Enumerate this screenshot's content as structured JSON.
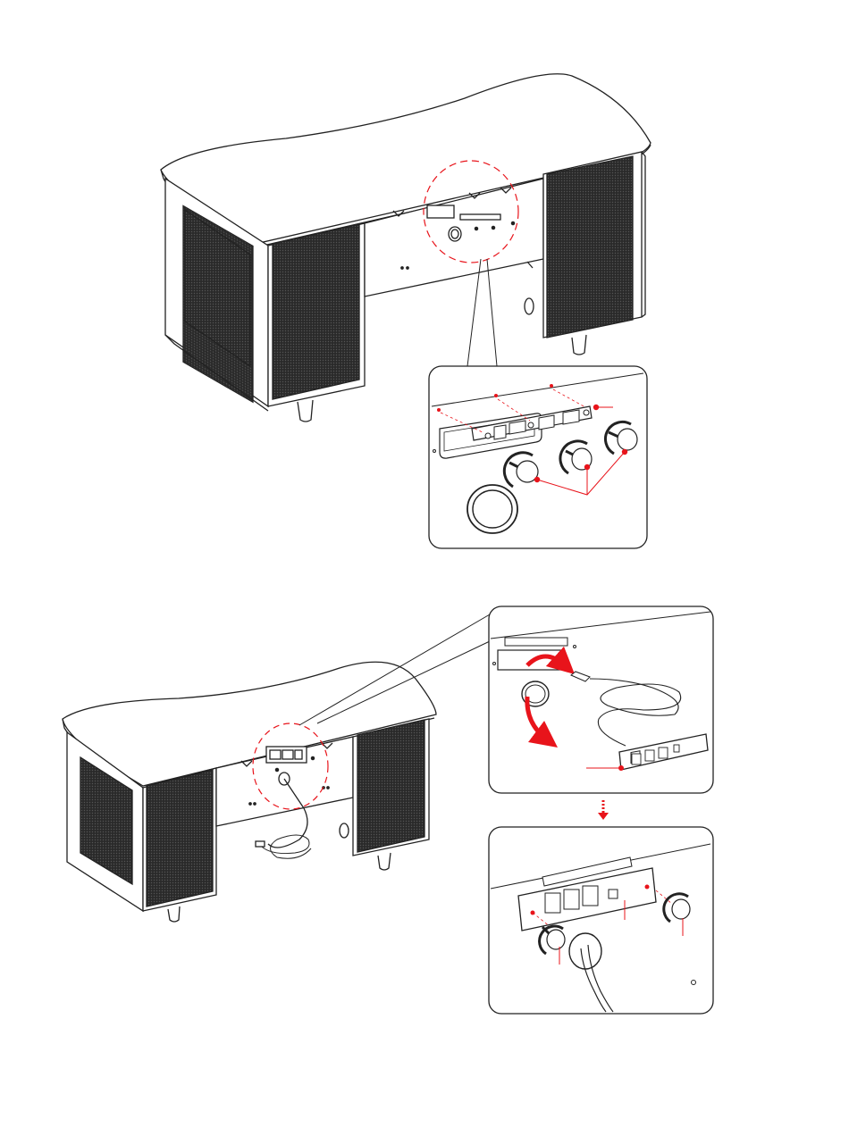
{
  "figure": {
    "step_one": {
      "overview_name": "desk-overview",
      "detail_name": "bracket-detail",
      "screw_count": 3
    },
    "step_two": {
      "overview_name": "desk-overview-cable",
      "detail_cable_name": "cable-routing-detail",
      "detail_mount_name": "power-strip-mount-detail",
      "outlet_count": 3,
      "screw_count": 2
    }
  },
  "colors": {
    "line": "#222222",
    "accent_red": "#e8141b",
    "panel_mesh": "#1a1a1a",
    "background": "#ffffff"
  },
  "icons": {
    "rotate_arrow": "clockwise-rotation-icon",
    "down_arrow": "dashed-down-arrow-icon",
    "curve_arrow": "curved-red-arrow-icon"
  }
}
